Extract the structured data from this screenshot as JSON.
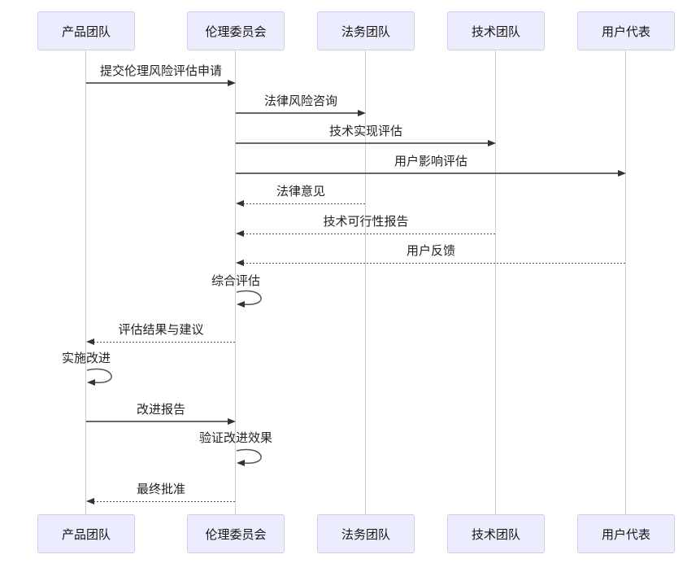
{
  "diagram": {
    "type": "sequence-diagram",
    "actors": [
      {
        "id": "product-team",
        "label": "产品团队"
      },
      {
        "id": "ethics-committee",
        "label": "伦理委员会"
      },
      {
        "id": "legal-team",
        "label": "法务团队"
      },
      {
        "id": "tech-team",
        "label": "技术团队"
      },
      {
        "id": "user-rep",
        "label": "用户代表"
      }
    ],
    "messages": [
      {
        "from": "产品团队",
        "to": "伦理委员会",
        "label": "提交伦理风险评估申请",
        "style": "solid"
      },
      {
        "from": "伦理委员会",
        "to": "法务团队",
        "label": "法律风险咨询",
        "style": "solid"
      },
      {
        "from": "伦理委员会",
        "to": "技术团队",
        "label": "技术实现评估",
        "style": "solid"
      },
      {
        "from": "伦理委员会",
        "to": "用户代表",
        "label": "用户影响评估",
        "style": "solid"
      },
      {
        "from": "法务团队",
        "to": "伦理委员会",
        "label": "法律意见",
        "style": "dashed"
      },
      {
        "from": "技术团队",
        "to": "伦理委员会",
        "label": "技术可行性报告",
        "style": "dashed"
      },
      {
        "from": "用户代表",
        "to": "伦理委员会",
        "label": "用户反馈",
        "style": "dashed"
      },
      {
        "from": "伦理委员会",
        "to": "伦理委员会",
        "label": "综合评估",
        "style": "self"
      },
      {
        "from": "伦理委员会",
        "to": "产品团队",
        "label": "评估结果与建议",
        "style": "dashed"
      },
      {
        "from": "产品团队",
        "to": "产品团队",
        "label": "实施改进",
        "style": "self"
      },
      {
        "from": "产品团队",
        "to": "伦理委员会",
        "label": "改进报告",
        "style": "solid"
      },
      {
        "from": "伦理委员会",
        "to": "伦理委员会",
        "label": "验证改进效果",
        "style": "self"
      },
      {
        "from": "伦理委员会",
        "to": "产品团队",
        "label": "最终批准",
        "style": "dashed"
      }
    ],
    "colors": {
      "actor_fill": "#ECECFF",
      "actor_border": "#CFCCF0",
      "lifeline": "#CFC8EE",
      "arrow_line": "#666666",
      "arrow_head": "#333333",
      "text": "#222222",
      "background": "#FFFFFF"
    }
  }
}
